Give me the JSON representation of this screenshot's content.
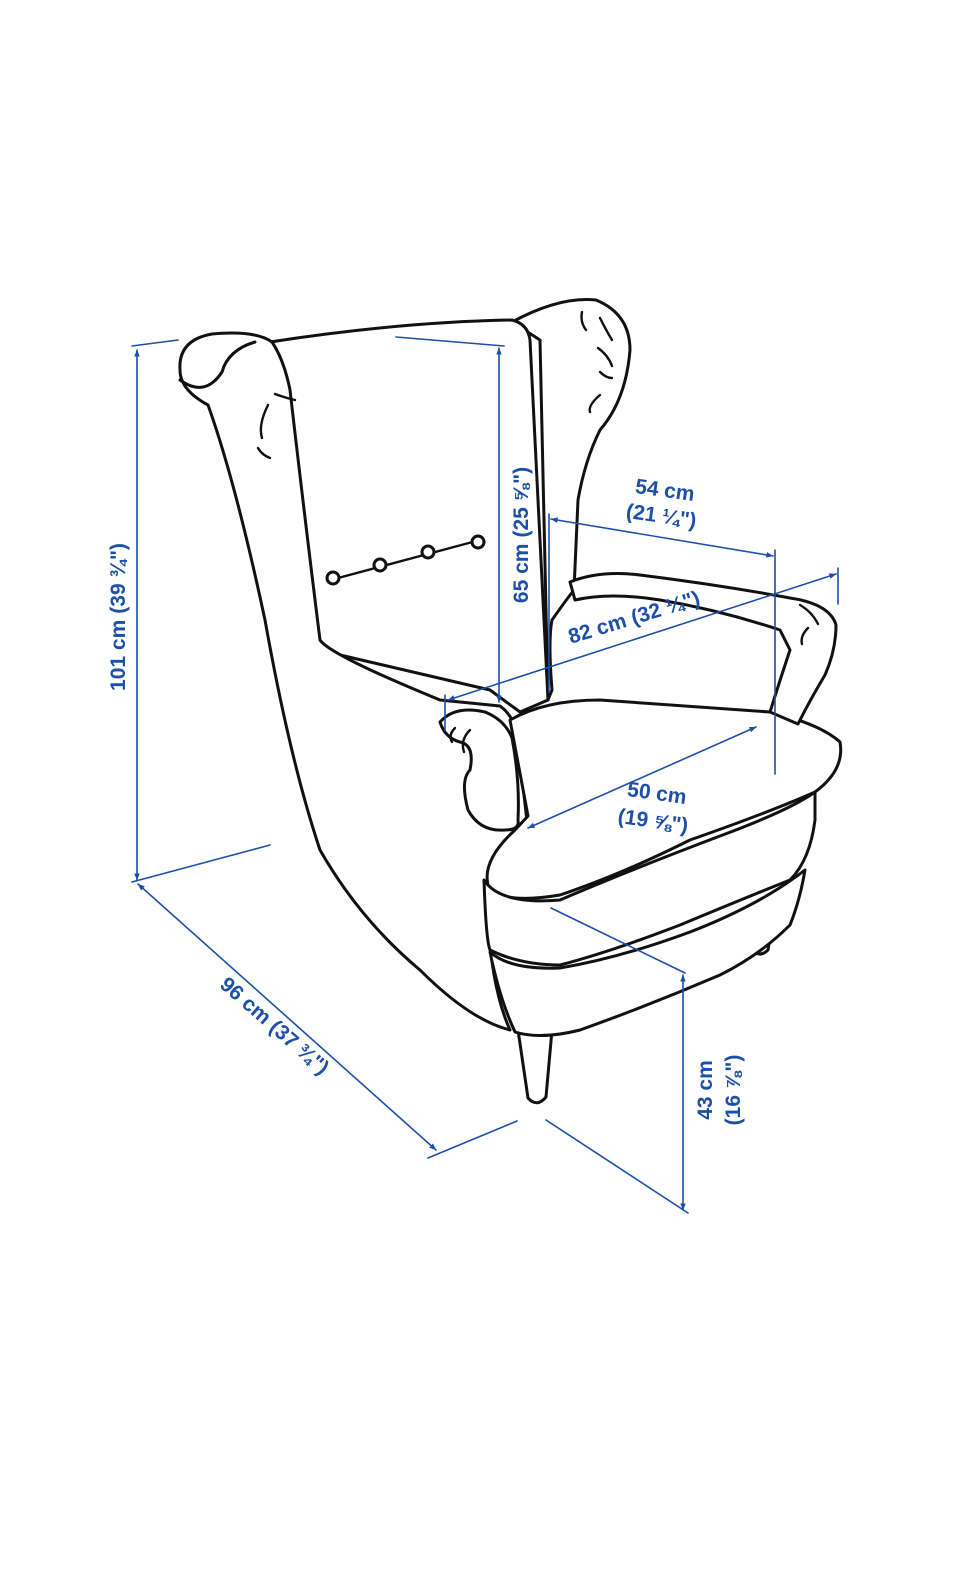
{
  "colors": {
    "dimension": "#1b4fa8",
    "line": "#111111",
    "background": "#ffffff"
  },
  "dimensions": {
    "total_height": {
      "metric": "101 cm",
      "imperial": "(39 ¾\")"
    },
    "back_height": {
      "metric": "65 cm",
      "imperial": "(25 ⅝\")"
    },
    "seat_width": {
      "metric": "54 cm",
      "imperial": "(21 ¼\")"
    },
    "total_width": {
      "metric": "82 cm",
      "imperial": "(32 ¼\")"
    },
    "seat_depth": {
      "metric": "50 cm",
      "imperial": "(19 ⅝\")"
    },
    "total_depth": {
      "metric": "96 cm",
      "imperial": "(37 ¾\")"
    },
    "seat_height": {
      "metric": "43 cm",
      "imperial": "(16 ⅞\")"
    }
  }
}
